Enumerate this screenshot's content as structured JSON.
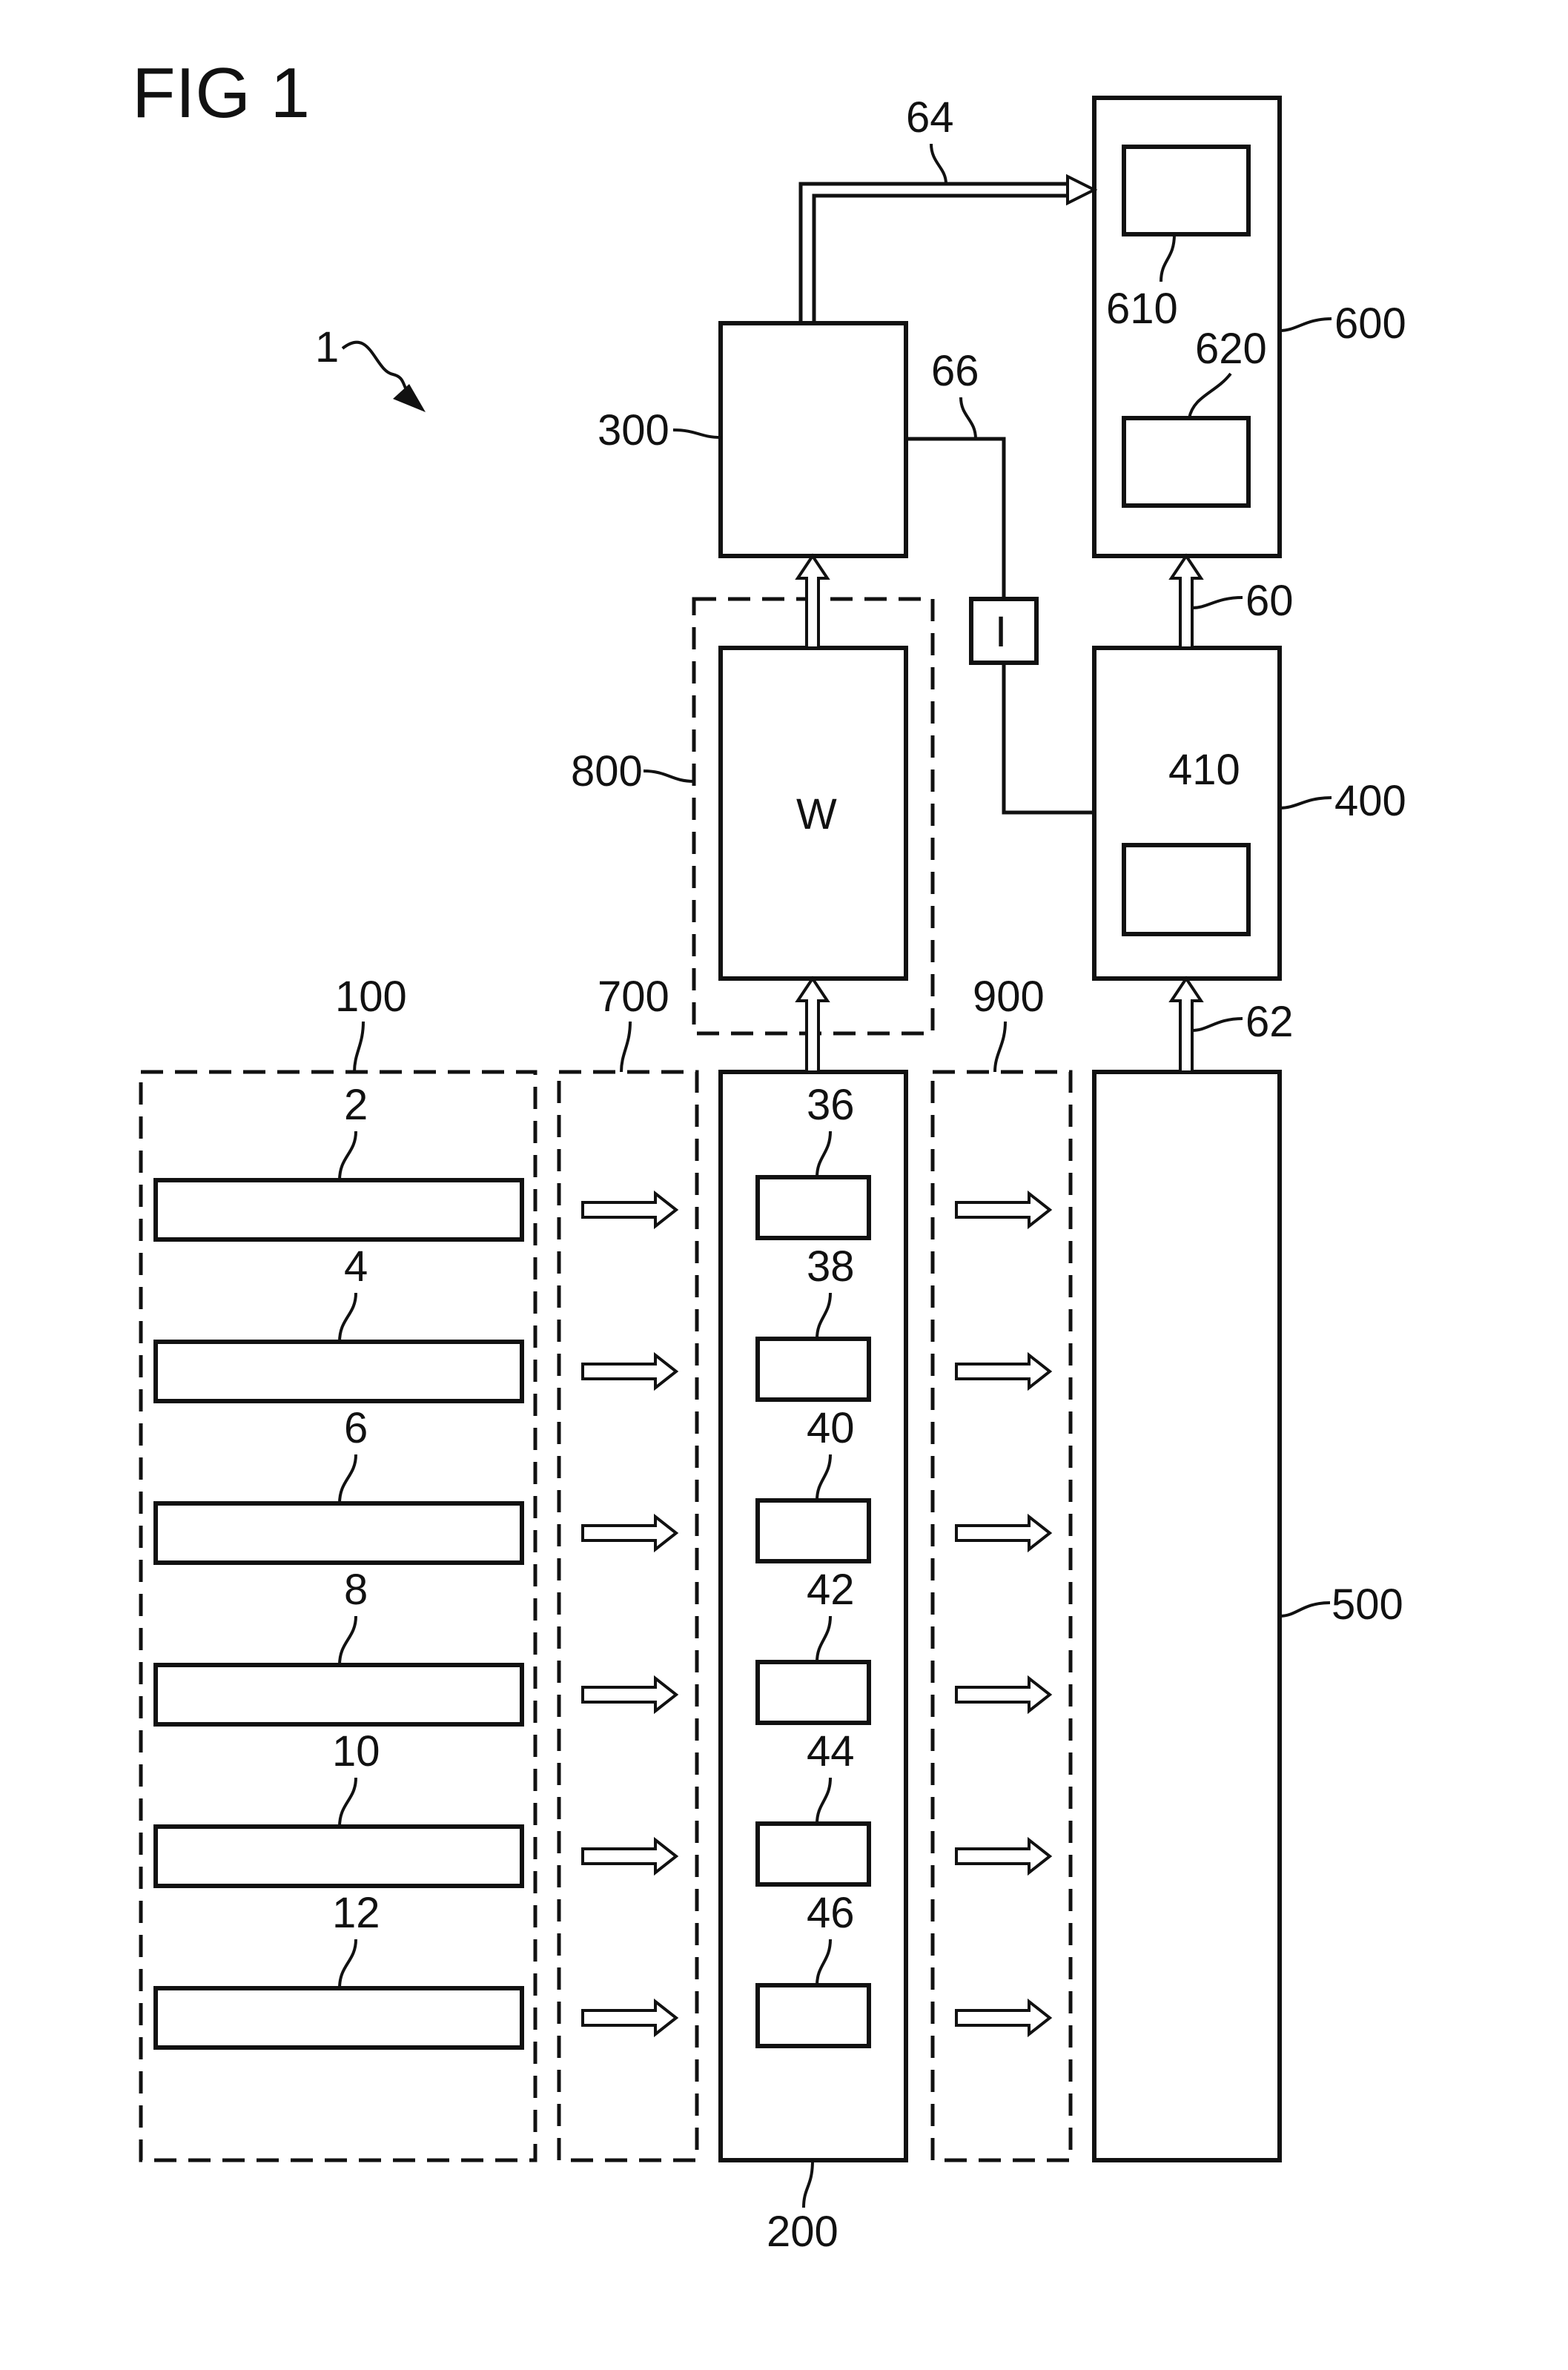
{
  "figure": {
    "title": "FIG 1",
    "system_ref": "1"
  },
  "groups": {
    "g100": "100",
    "g700": "700",
    "g800": "800",
    "g900": "900"
  },
  "blocks": {
    "b200": "200",
    "b300": "300",
    "b400": "400",
    "b410": "410",
    "b500": "500",
    "b600": "600",
    "b610": "610",
    "b620": "620",
    "w_label": "W",
    "i_label": "I"
  },
  "connections": {
    "c60": "60",
    "c62": "62",
    "c64": "64",
    "c66": "66"
  },
  "left_items": [
    "2",
    "4",
    "6",
    "8",
    "10",
    "12"
  ],
  "mid_items": [
    "36",
    "38",
    "40",
    "42",
    "44",
    "46"
  ]
}
